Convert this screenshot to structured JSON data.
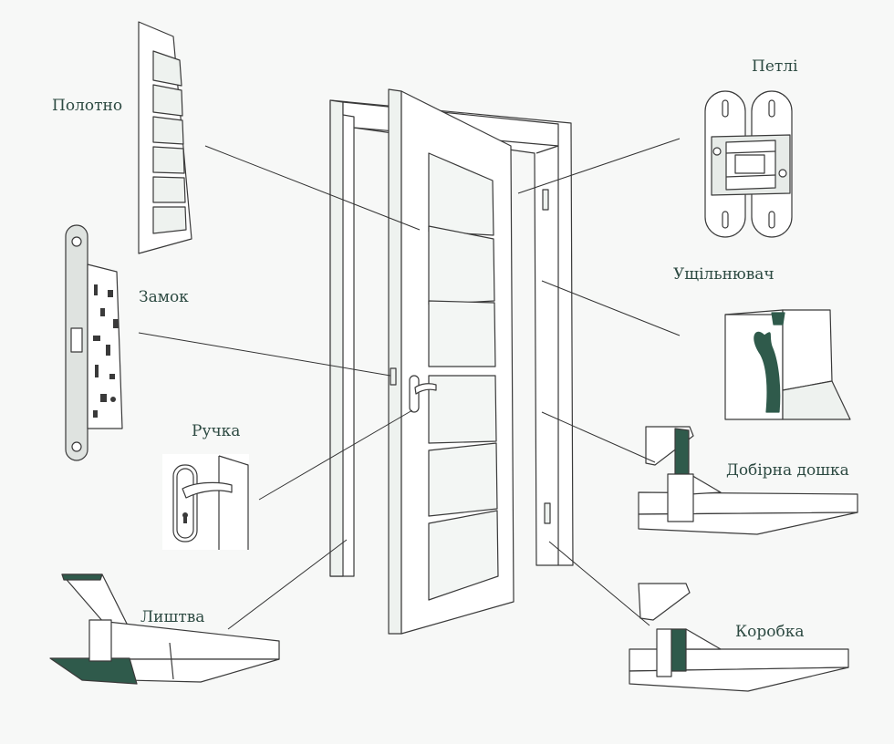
{
  "labels": {
    "leaf": "Полотно",
    "hinges": "Петлі",
    "seal": "Ущільнювач",
    "lock": "Замок",
    "handle": "Ручка",
    "extension": "Добірна дошка",
    "trim": "Лиштва",
    "frame": "Коробка"
  },
  "colors": {
    "text": "#2d4a42",
    "accent": "#2f5a4b",
    "line": "#3a3a3a",
    "fill": "#ffffff",
    "background": "#f7f8f7"
  }
}
